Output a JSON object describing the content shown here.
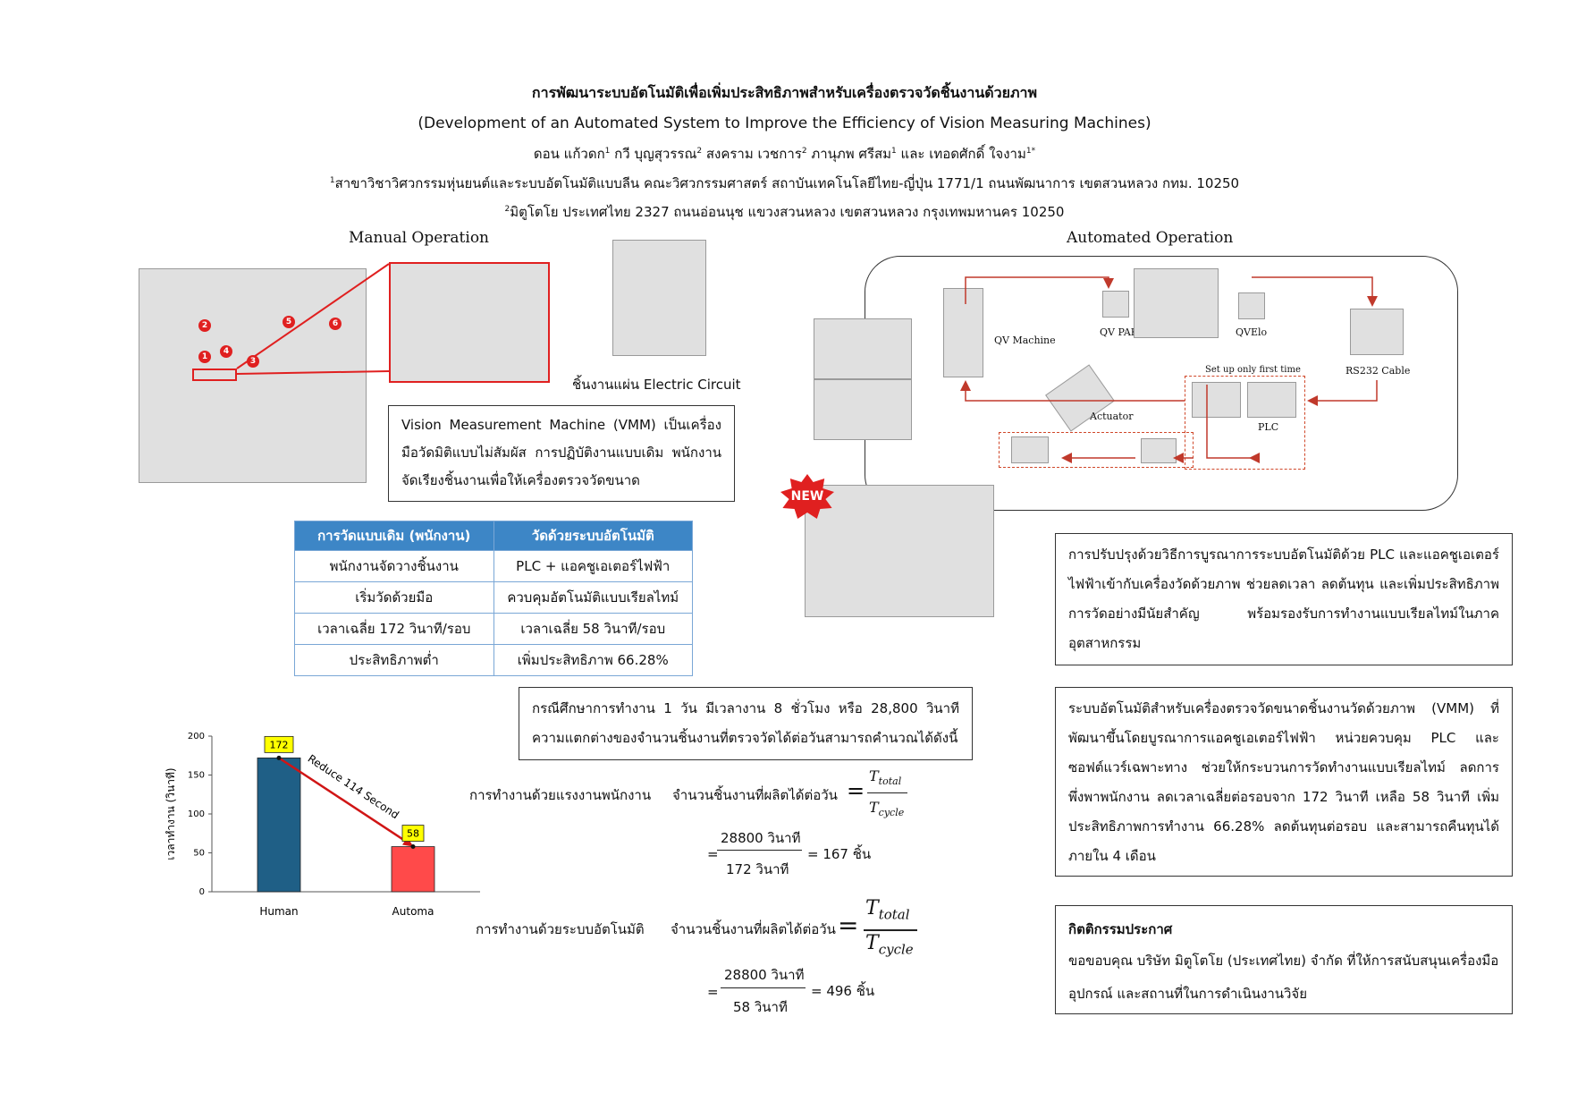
{
  "header": {
    "title_th": "การพัฒนาระบบอัตโนมัติเพื่อเพิ่มประสิทธิภาพสำหรับเครื่องตรวจวัดชิ้นงานด้วยภาพ",
    "title_en": "(Development of an Automated System to Improve the Efficiency of Vision Measuring Machines)",
    "authors": {
      "a1": "ดอน แก้วดก",
      "s1": "1",
      "a2": " กวี บุญสุวรรณ",
      "s2": "2",
      "a3": " สงคราม เวชการ",
      "s3": "2",
      "a4": " ภานุภพ ศรีสม",
      "s4": "1",
      "a5": " และ เทอดศักดิ์ ใจงาม",
      "s5": "1*"
    },
    "aff1_sup": "1",
    "aff1": "สาขาวิชาวิศวกรรมหุ่นยนต์และระบบอัตโนมัติแบบลีน คณะวิศวกรรมศาสตร์ สถาบันเทคโนโลยีไทย-ญี่ปุ่น 1771/1 ถนนพัฒนาการ เขตสวนหลวง กทม. 10250",
    "aff2_sup": "2",
    "aff2": "มิตูโตโย ประเทศไทย 2327 ถนนอ่อนนุช แขวงสวนหลวง เขตสวนหลวง กรุงเทพมหานคร 10250"
  },
  "manual": {
    "label": "Manual Operation",
    "bullets": [
      "1",
      "2",
      "3",
      "4",
      "5",
      "6"
    ],
    "circuit_caption": "ชิ้นงานแผ่น Electric Circuit",
    "vmm_text": "Vision Measurement Machine (VMM) เป็นเครื่องมือวัดมิติแบบไม่สัมผัส การปฏิบัติงานแบบเดิม พนักงานจัดเรียงชิ้นงานเพื่อให้เครื่องตรวจวัดขนาด"
  },
  "automated": {
    "label": "Automated Operation",
    "new_badge": "NEW",
    "diagram": {
      "qv_machine": "QV Machine",
      "qv_pak": "QV PAK",
      "qvelo": "QVElo",
      "rs232": "RS232 Cable",
      "setup": "Set up only first time",
      "actuator": "Actuator",
      "plc": "PLC"
    }
  },
  "comparison_table": {
    "headers": [
      "การวัดแบบเดิม (พนักงาน)",
      "วัดด้วยระบบอัตโนมัติ"
    ],
    "rows": [
      [
        "พนักงานจัดวางชิ้นงาน",
        "PLC + แอคชูเอเตอร์ไฟฟ้า"
      ],
      [
        "เริ่มวัดด้วยมือ",
        "ควบคุมอัตโนมัติแบบเรียลไทม์"
      ],
      [
        "เวลาเฉลี่ย 172 วินาที/รอบ",
        "เวลาเฉลี่ย 58 วินาที/รอบ"
      ],
      [
        "ประสิทธิภาพต่ำ",
        "เพิ่มประสิทธิภาพ 66.28%"
      ]
    ]
  },
  "case_study": "กรณีศึกษาการทำงาน 1 วัน มีเวลางาน 8 ชั่วโมง หรือ 28,800 วินาที ความแตกต่างของจำนวนชิ้นงานที่ตรวจวัดได้ต่อวันสามารถคำนวณได้ดังนี้",
  "equations": {
    "human_label": "การทำงานด้วยแรงงานพนักงาน",
    "auto_label": "การทำงานด้วยระบบอัตโนมัติ",
    "per_day": "จำนวนชิ้นงานที่ผลิตได้ต่อวัน",
    "t": "T",
    "sub_total": "total",
    "sub_cycle": "cycle",
    "eq_sign": "=",
    "num": "28800 วินาที",
    "den_human": "172 วินาที",
    "res_human": "= 167 ชิ้น",
    "den_auto": "58 วินาที",
    "res_auto": "= 496 ชิ้น"
  },
  "chart_data": {
    "type": "bar",
    "categories": [
      "Human",
      "Automa"
    ],
    "values": [
      172,
      58
    ],
    "ylabel": "เวลาทำงาน (วินาที)",
    "ylim": [
      0,
      200
    ],
    "yticks": [
      0,
      50,
      100,
      150,
      200
    ],
    "data_labels": [
      "172",
      "58"
    ],
    "annotation": "Reduce 114 Second",
    "colors": [
      "#1f5f86",
      "#ff4a4a"
    ]
  },
  "summary1": "การปรับปรุงด้วยวิธีการบูรณาการระบบอัตโนมัติด้วย PLC และแอคชูเอเตอร์ไฟฟ้าเข้ากับเครื่องวัดด้วยภาพ ช่วยลดเวลา ลดต้นทุน และเพิ่มประสิทธิภาพการวัดอย่างมีนัยสำคัญ พร้อมรองรับการทำงานแบบเรียลไทม์ในภาคอุตสาหกรรม",
  "summary2": "ระบบอัตโนมัติสำหรับเครื่องตรวจวัดขนาดชิ้นงานวัดด้วยภาพ (VMM) ที่พัฒนาขึ้นโดยบูรณาการแอคชูเอเตอร์ไฟฟ้า หน่วยควบคุม PLC และซอฟต์แวร์เฉพาะทาง ช่วยให้กระบวนการวัดทำงานแบบเรียลไทม์ ลดการพึ่งพาพนักงาน ลดเวลาเฉลี่ยต่อรอบจาก 172 วินาที เหลือ 58 วินาที เพิ่มประสิทธิภาพการทำงาน 66.28% ลดต้นทุนต่อรอบ และสามารถคืนทุนได้ภายใน 4 เดือน",
  "acknowledgement": {
    "title": "กิตติกรรมประกาศ",
    "text": "ขอขอบคุณ บริษัท มิตูโตโย (ประเทศไทย) จำกัด ที่ให้การสนับสนุนเครื่องมือ อุปกรณ์ และสถานที่ในการดำเนินงานวิจัย"
  },
  "colors": {
    "table_header": "#3d86c6",
    "accent_red": "#e02020",
    "label_yellow": "#ffff00"
  }
}
